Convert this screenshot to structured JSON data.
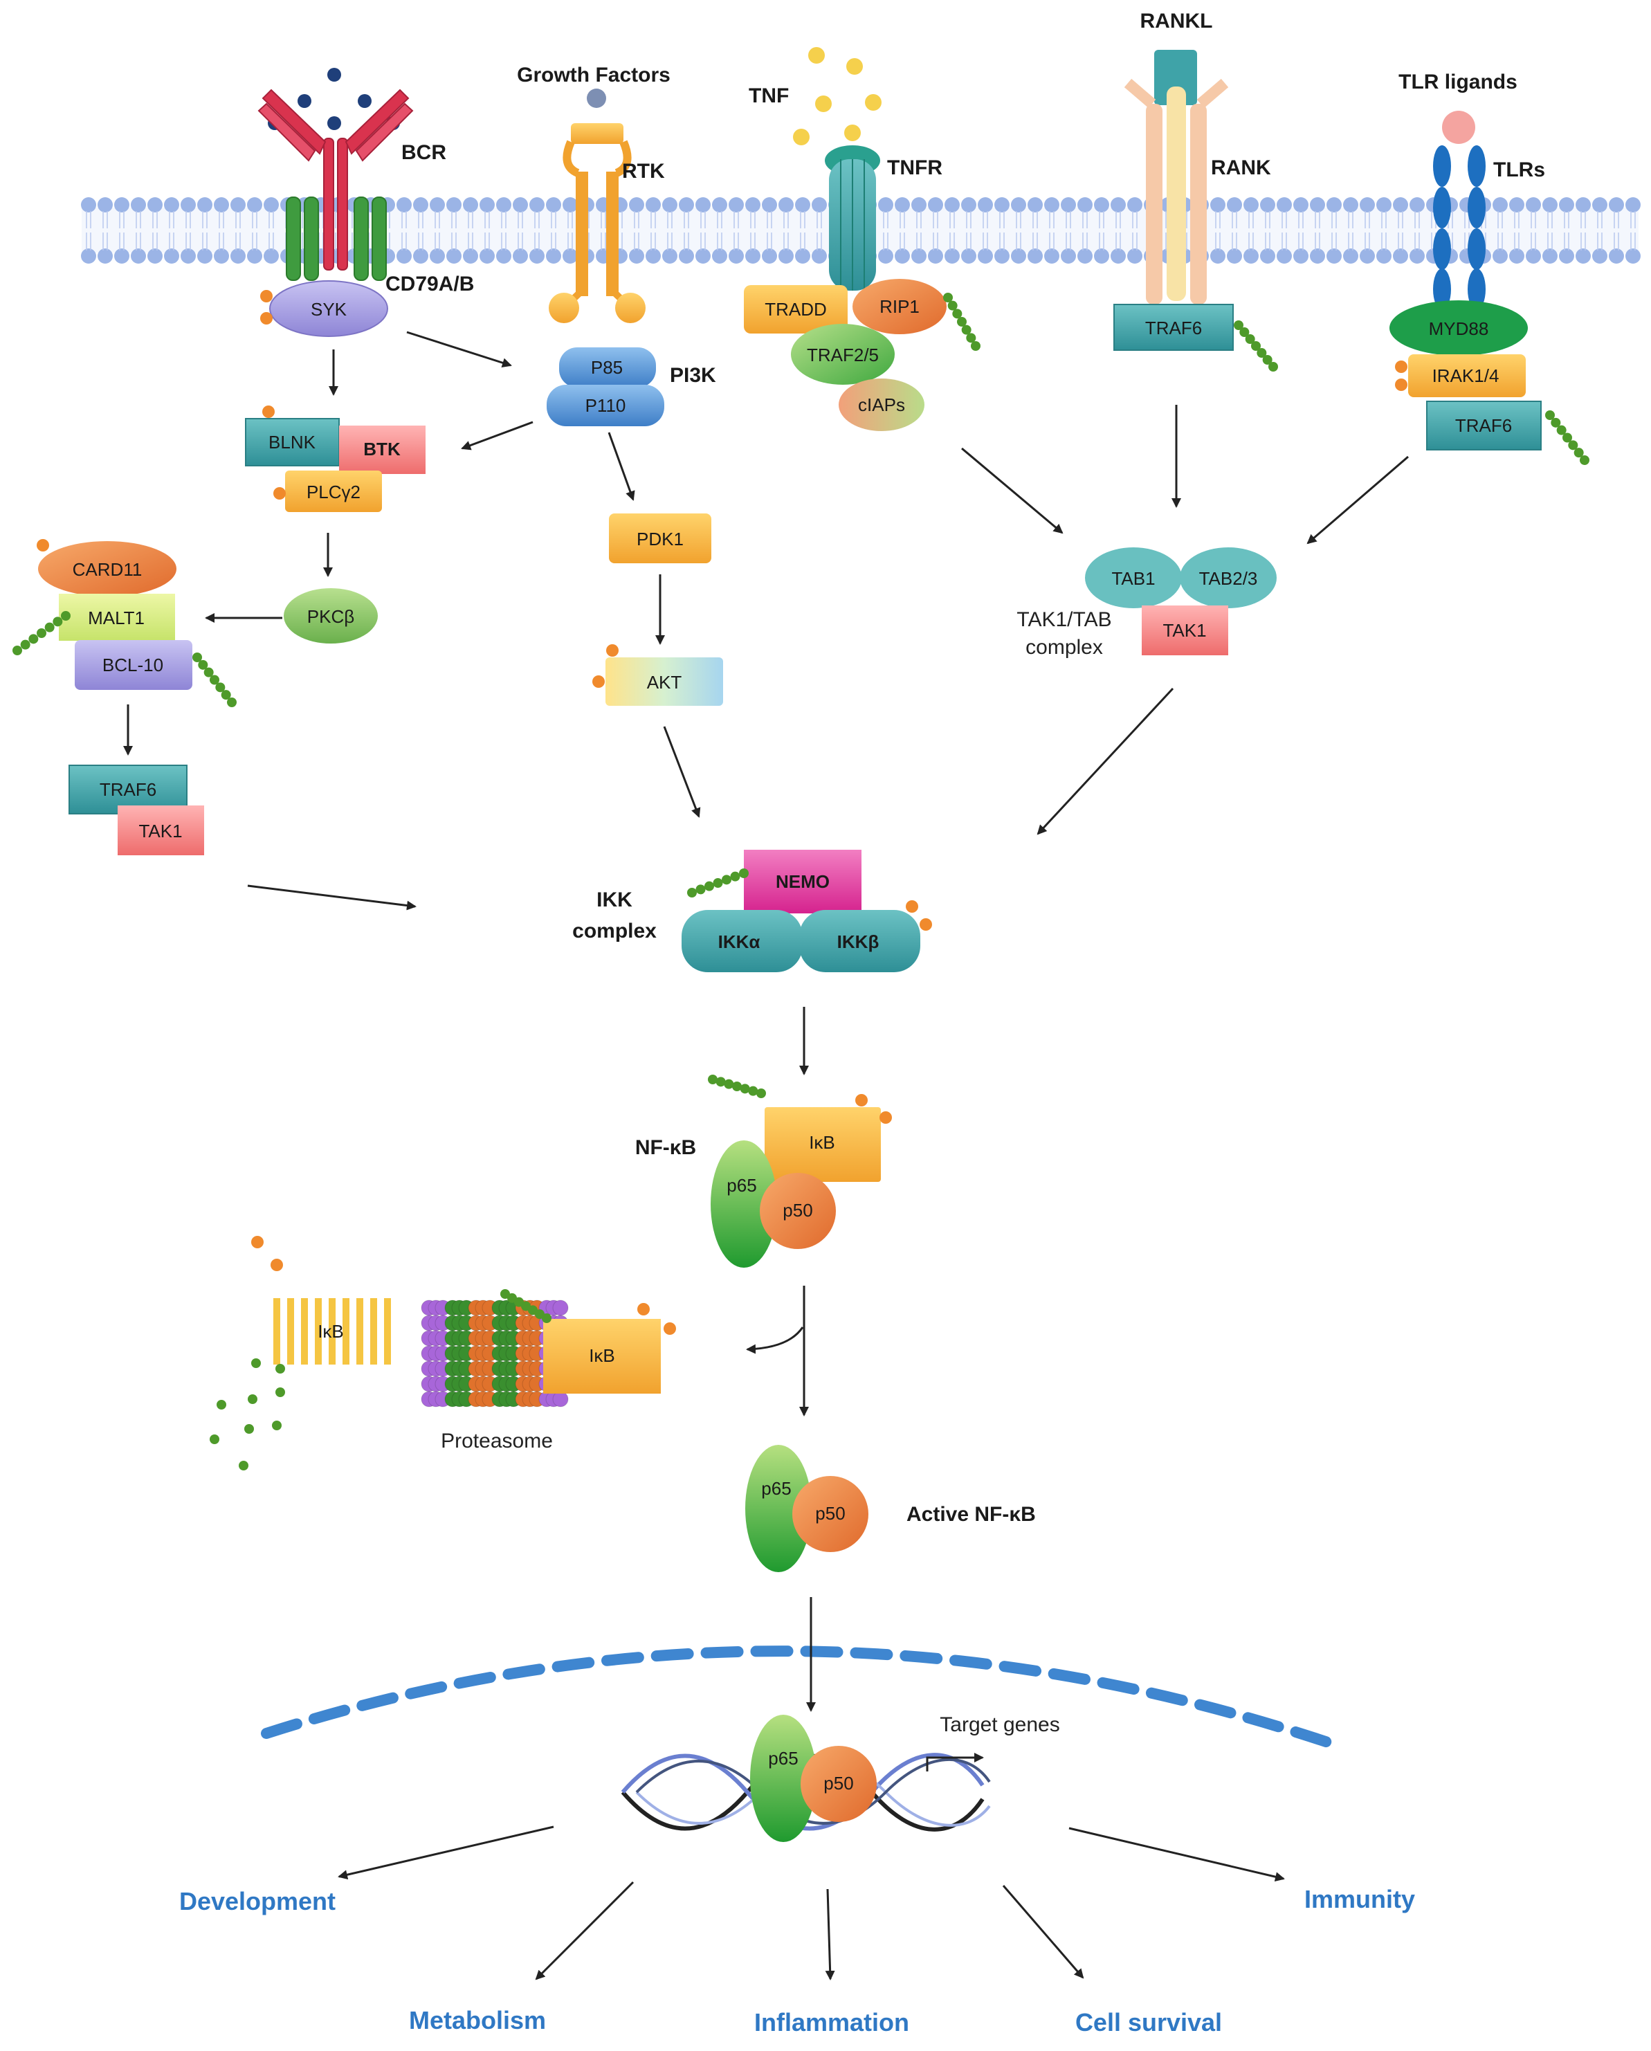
{
  "labels": {
    "bcr": "BCR",
    "cd79": "CD79A/B",
    "syk": "SYK",
    "growth_factors": "Growth Factors",
    "rtk": "RTK",
    "p85": "P85",
    "p110": "P110",
    "pi3k": "PI3K",
    "tnf": "TNF",
    "tnfr": "TNFR",
    "tradd": "TRADD",
    "rip1": "RIP1",
    "traf25": "TRAF2/5",
    "ciaps": "cIAPs",
    "rankl": "RANKL",
    "rank": "RANK",
    "traf6_rank": "TRAF6",
    "tlr_ligands": "TLR ligands",
    "tlrs": "TLRs",
    "myd88": "MYD88",
    "irak": "IRAK1/4",
    "traf6_tlr": "TRAF6",
    "blnk": "BLNK",
    "btk": "BTK",
    "plcg2": "PLCγ2",
    "pkcb": "PKCβ",
    "card11": "CARD11",
    "malt1": "MALT1",
    "bcl10": "BCL-10",
    "traf6_left": "TRAF6",
    "tak1_left": "TAK1",
    "pdk1": "PDK1",
    "akt": "AKT",
    "tab1": "TAB1",
    "tab23": "TAB2/3",
    "tak1": "TAK1",
    "tak_complex_1": "TAK1/TAB",
    "tak_complex_2": "complex",
    "ikk_1": "IKK",
    "ikk_2": "complex",
    "nemo": "NEMO",
    "ikka": "IKKα",
    "ikkb": "IKKβ",
    "nfkb": "NF-κB",
    "ikb": "IκB",
    "p65": "p65",
    "p50": "p50",
    "ikb_deg": "IκB",
    "ikb_prot": "IκB",
    "proteasome": "Proteasome",
    "active_nfkb": "Active NF-κB",
    "target_genes": "Target genes"
  },
  "outcomes": {
    "development": "Development",
    "immunity": "Immunity",
    "metabolism": "Metabolism",
    "inflammation": "Inflammation",
    "cell_survival": "Cell survival"
  },
  "colors": {
    "membrane": "#9bb4e6",
    "teal": "#3fa3a8",
    "orange": "#f3a63a",
    "red_bcr": "#d9334e",
    "green_cd79": "#3f9b3f",
    "outcome_blue": "#2f78c4",
    "nucleus": "#3f86d0"
  }
}
